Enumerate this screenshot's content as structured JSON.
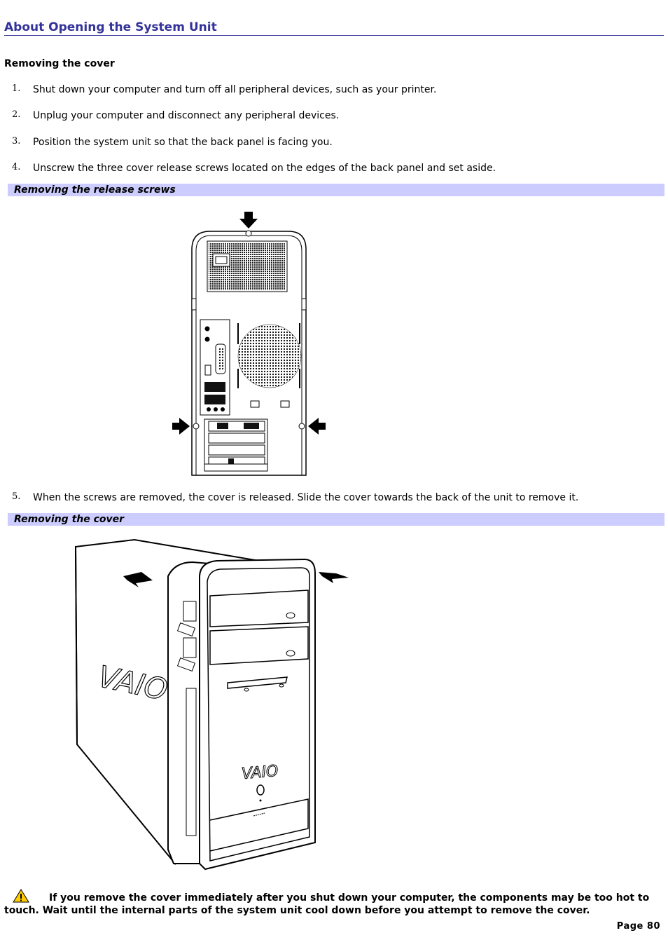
{
  "title": "About Opening the System Unit",
  "section_heading": "Removing the cover",
  "steps": [
    {
      "num": "1.",
      "text": "Shut down your computer and turn off all peripheral devices, such as your printer."
    },
    {
      "num": "2.",
      "text": "Unplug your computer and disconnect any peripheral devices."
    },
    {
      "num": "3.",
      "text": "Position the system unit so that the back panel is facing you."
    },
    {
      "num": "4.",
      "text": "Unscrew the three cover release screws located on the edges of the back panel and set aside."
    },
    {
      "num": "5.",
      "text": "When the screws are removed, the cover is released. Slide the cover towards the back of the unit to remove it."
    }
  ],
  "captions": {
    "release_screws": "Removing the release screws",
    "cover": "Removing the cover"
  },
  "figure_cover": {
    "brand_side": "VAIO",
    "brand_front": "VAIO"
  },
  "note": {
    "icon": "warning-icon",
    "text": "If you remove the cover immediately after you shut down your computer, the components may be too hot to touch. Wait until the internal parts of the system unit cool down before you attempt to remove the cover."
  },
  "footer": {
    "page": "Page 80"
  },
  "colors": {
    "title": "#333399",
    "caption_bg": "#ccccff",
    "warning": "#ffcc00"
  }
}
